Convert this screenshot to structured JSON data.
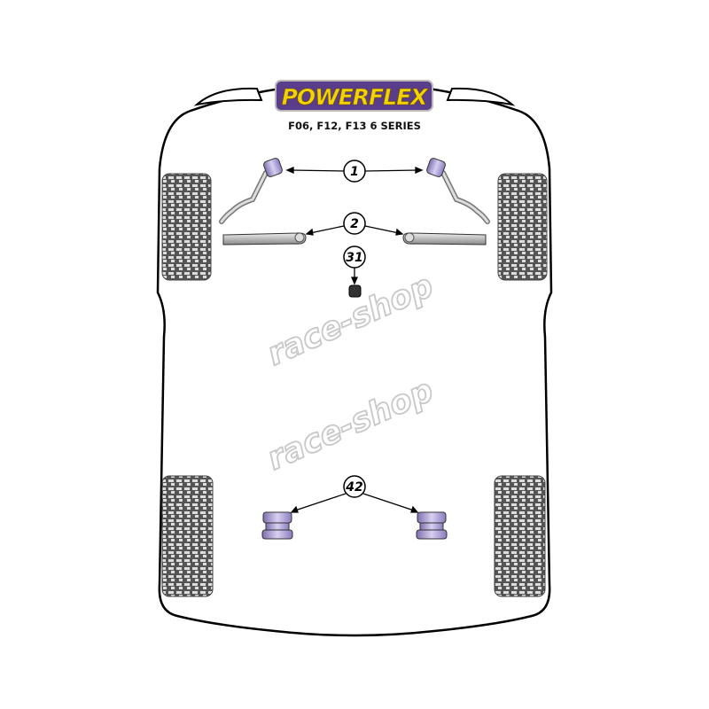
{
  "brand": "POWERFLEX",
  "model": "F06, F12, F13 6 SERIES",
  "watermark": "race-shop",
  "callouts": [
    {
      "number": "1",
      "part": "front-anti-roll-bar-bush"
    },
    {
      "number": "2",
      "part": "front-arm-bush"
    },
    {
      "number": "31",
      "part": "centre-mount-bush"
    },
    {
      "number": "42",
      "part": "rear-mount-bush"
    }
  ],
  "colors": {
    "bush_purple": "#a99bd0",
    "logo_yellow": "#f2d200",
    "logo_purple": "#5a3d8a",
    "outline": "#000000"
  }
}
